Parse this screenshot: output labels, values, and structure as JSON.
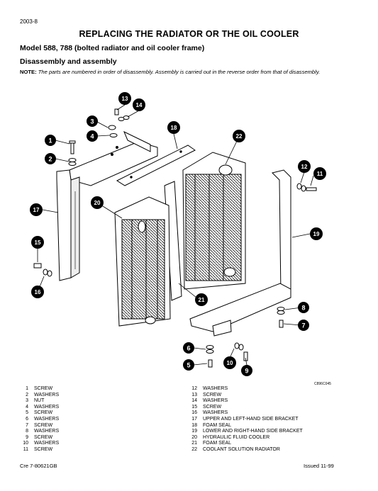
{
  "page_code": "2003-8",
  "title": "REPLACING THE RADIATOR OR THE OIL COOLER",
  "subtitle": "Model 588, 788 (bolted radiator and oil cooler frame)",
  "section": "Disassembly and assembly",
  "note": {
    "label": "NOTE:",
    "text": "The parts are numbered in order of disassembly. Assembly is carried out in the reverse order from that of disassembly."
  },
  "figure_code": "C896C045",
  "callouts": [
    "1",
    "2",
    "3",
    "4",
    "5",
    "6",
    "7",
    "8",
    "9",
    "10",
    "11",
    "12",
    "13",
    "14",
    "15",
    "16",
    "17",
    "18",
    "19",
    "20",
    "21",
    "22"
  ],
  "parts": [
    {
      "num": "1",
      "name": "SCREW"
    },
    {
      "num": "2",
      "name": "WASHERS"
    },
    {
      "num": "3",
      "name": "NUT"
    },
    {
      "num": "4",
      "name": "WASHERS"
    },
    {
      "num": "5",
      "name": "SCREW"
    },
    {
      "num": "6",
      "name": "WASHERS"
    },
    {
      "num": "7",
      "name": "SCREW"
    },
    {
      "num": "8",
      "name": "WASHERS"
    },
    {
      "num": "9",
      "name": "SCREW"
    },
    {
      "num": "10",
      "name": "WASHERS"
    },
    {
      "num": "11",
      "name": "SCREW"
    },
    {
      "num": "12",
      "name": "WASHERS"
    },
    {
      "num": "13",
      "name": "SCREW"
    },
    {
      "num": "14",
      "name": "WASHERS"
    },
    {
      "num": "15",
      "name": "SCREW"
    },
    {
      "num": "16",
      "name": "WASHERS"
    },
    {
      "num": "17",
      "name": "UPPER AND LEFT-HAND SIDE BRACKET"
    },
    {
      "num": "18",
      "name": "FOAM SEAL"
    },
    {
      "num": "19",
      "name": "LOWER AND RIGHT-HAND SIDE BRACKET"
    },
    {
      "num": "20",
      "name": "HYDRAULIC FLUID COOLER"
    },
    {
      "num": "21",
      "name": "FOAM SEAL"
    },
    {
      "num": "22",
      "name": "COOLANT SOLUTION RADIATOR"
    }
  ],
  "footer": {
    "left": "Cre 7-80621GB",
    "right": "Issued 11-99"
  }
}
